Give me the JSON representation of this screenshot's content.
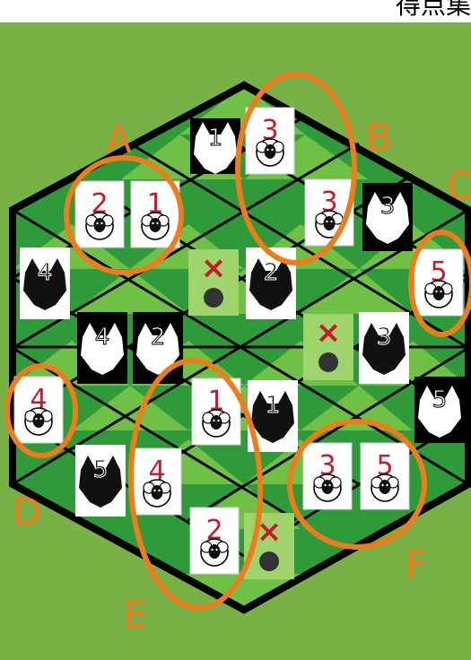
{
  "header": {
    "caption": "得点集"
  },
  "regions": [
    "A",
    "B",
    "C",
    "D",
    "E",
    "F"
  ],
  "sheep_cards": [
    {
      "id": "s1",
      "value": "2"
    },
    {
      "id": "s2",
      "value": "1"
    },
    {
      "id": "s3",
      "value": "3"
    },
    {
      "id": "s4",
      "value": "3"
    },
    {
      "id": "s5",
      "value": "5"
    },
    {
      "id": "s6",
      "value": "4"
    },
    {
      "id": "s7",
      "value": "1"
    },
    {
      "id": "s8",
      "value": "4"
    },
    {
      "id": "s9",
      "value": "2"
    },
    {
      "id": "s10",
      "value": "3"
    },
    {
      "id": "s11",
      "value": "5"
    }
  ],
  "wolf_cards": [
    {
      "id": "w1",
      "value": "1",
      "tone": "black"
    },
    {
      "id": "w2",
      "value": "3",
      "tone": "black"
    },
    {
      "id": "w3",
      "value": "4",
      "tone": "white"
    },
    {
      "id": "w4",
      "value": "2",
      "tone": "white"
    },
    {
      "id": "w5",
      "value": "4",
      "tone": "black"
    },
    {
      "id": "w6",
      "value": "2",
      "tone": "black"
    },
    {
      "id": "w7",
      "value": "3",
      "tone": "white"
    },
    {
      "id": "w8",
      "value": "1",
      "tone": "white"
    },
    {
      "id": "w9",
      "value": "5",
      "tone": "black"
    },
    {
      "id": "w10",
      "value": "5",
      "tone": "white"
    }
  ],
  "blocked_markers": [
    {
      "id": "x1",
      "symbol": "×"
    },
    {
      "id": "x2",
      "symbol": "×"
    },
    {
      "id": "x3",
      "symbol": "×"
    }
  ],
  "colors": {
    "accent": "#f07b1a",
    "sheep_number": "#c81a2a",
    "board_dark": "#2f9a3a",
    "board_light": "#6fc146",
    "grass": "#7db649"
  }
}
